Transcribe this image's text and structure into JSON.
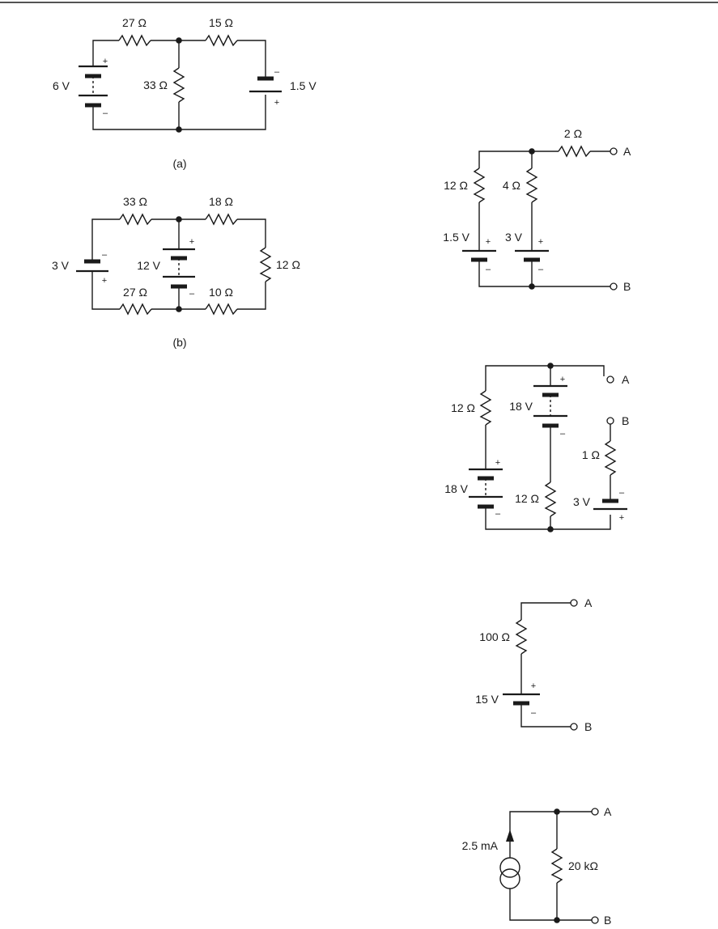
{
  "circuit_a": {
    "r_top_left": "27 Ω",
    "r_top_right": "15 Ω",
    "r_middle": "33 Ω",
    "v_left": "6 V",
    "v_right": "1.5 V",
    "caption": "(a)"
  },
  "circuit_b": {
    "r_top_left": "33 Ω",
    "r_top_right": "18 Ω",
    "r_bottom_left": "27 Ω",
    "r_bottom_right": "10 Ω",
    "r_right": "12 Ω",
    "v_left": "3 V",
    "v_middle": "12 V",
    "caption": "(b)"
  },
  "circuit_c": {
    "r_series": "2 Ω",
    "r_left": "12 Ω",
    "r_right": "4 Ω",
    "v_left": "1.5 V",
    "v_right": "3 V",
    "terminal_a": "A",
    "terminal_b": "B"
  },
  "circuit_d": {
    "r_left": "12 Ω",
    "v_left": "18 V",
    "v_middle": "18 V",
    "r_middle": "12 Ω",
    "r_right": "1 Ω",
    "v_right": "3 V",
    "terminal_a": "A",
    "terminal_b": "B"
  },
  "circuit_e": {
    "r": "100 Ω",
    "v": "15 V",
    "terminal_a": "A",
    "terminal_b": "B"
  },
  "circuit_f": {
    "i": "2.5 mA",
    "r": "20 kΩ",
    "terminal_a": "A",
    "terminal_b": "B"
  },
  "symbols": {
    "plus": "+",
    "minus": "–"
  }
}
